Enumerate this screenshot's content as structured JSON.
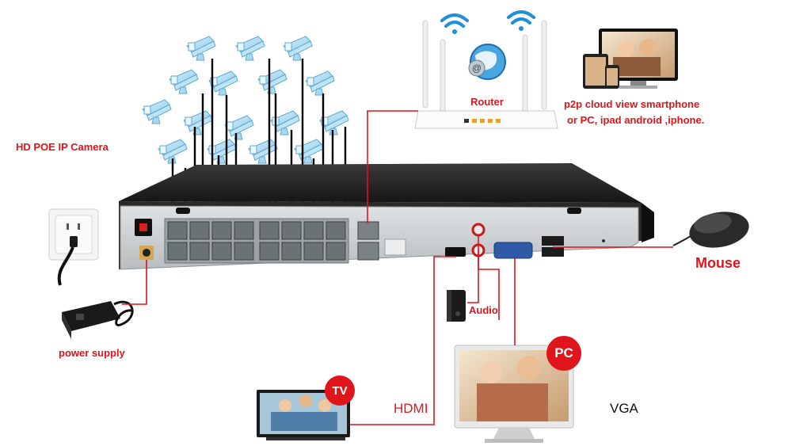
{
  "labels": {
    "camera": "HD POE IP Camera",
    "router": "Router",
    "cloud_line1": "p2p cloud  view smartphone",
    "cloud_line2": "or PC, ipad android ,iphone.",
    "mouse": "Mouse",
    "audio": "Audio",
    "power": "power supply",
    "hdmi": "HDMI",
    "vga": "VGA"
  },
  "badges": {
    "tv": "TV",
    "pc": "PC"
  },
  "colors": {
    "accent_red": "#e0141b",
    "nvr_body": "#1b1b1b",
    "panel": "#cfd2d4",
    "camera_blue": "#9ed3ee"
  },
  "icons": [
    "wifi-icon",
    "router-icon",
    "globe-icon",
    "camera-icon",
    "nvr-recorder",
    "wall-socket-icon",
    "power-adapter-icon",
    "speaker-icon",
    "mouse-icon",
    "tv-icon",
    "pc-monitor-icon",
    "devices-icon"
  ]
}
